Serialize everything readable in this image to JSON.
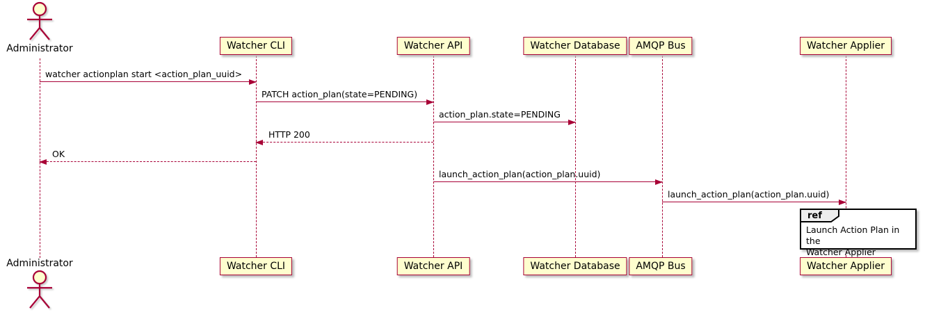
{
  "diagram_type": "uml-sequence-diagram",
  "actor": {
    "name": "Administrator"
  },
  "participants": [
    {
      "name": "Watcher CLI"
    },
    {
      "name": "Watcher API"
    },
    {
      "name": "Watcher Database"
    },
    {
      "name": "AMQP Bus"
    },
    {
      "name": "Watcher Applier"
    }
  ],
  "messages": [
    {
      "from": "Administrator",
      "to": "Watcher CLI",
      "label": "watcher actionplan start <action_plan_uuid>",
      "style": "solid",
      "direction": "right"
    },
    {
      "from": "Watcher CLI",
      "to": "Watcher API",
      "label": "PATCH action_plan(state=PENDING)",
      "style": "solid",
      "direction": "right"
    },
    {
      "from": "Watcher API",
      "to": "Watcher Database",
      "label": "action_plan.state=PENDING",
      "style": "solid",
      "direction": "right"
    },
    {
      "from": "Watcher API",
      "to": "Watcher CLI",
      "label": "HTTP 200",
      "style": "dashed",
      "direction": "left"
    },
    {
      "from": "Watcher CLI",
      "to": "Administrator",
      "label": "OK",
      "style": "dashed",
      "direction": "left"
    },
    {
      "from": "Watcher API",
      "to": "AMQP Bus",
      "label": "launch_action_plan(action_plan.uuid)",
      "style": "solid",
      "direction": "right"
    },
    {
      "from": "AMQP Bus",
      "to": "Watcher Applier",
      "label": "launch_action_plan(action_plan.uuid)",
      "style": "solid",
      "direction": "right"
    }
  ],
  "ref": {
    "keyword": "ref",
    "over": "Watcher Applier",
    "line1": "Launch Action Plan in the",
    "line2": "Watcher Applier"
  },
  "colors": {
    "background": "#FFFFFF",
    "participant_fill": "#FEFECE",
    "participant_border": "#A80036",
    "lifeline": "#A80036",
    "message_line": "#A80036",
    "text": "#000000",
    "ref_border": "#000000",
    "ref_tab_fill": "#EEEEEE"
  }
}
